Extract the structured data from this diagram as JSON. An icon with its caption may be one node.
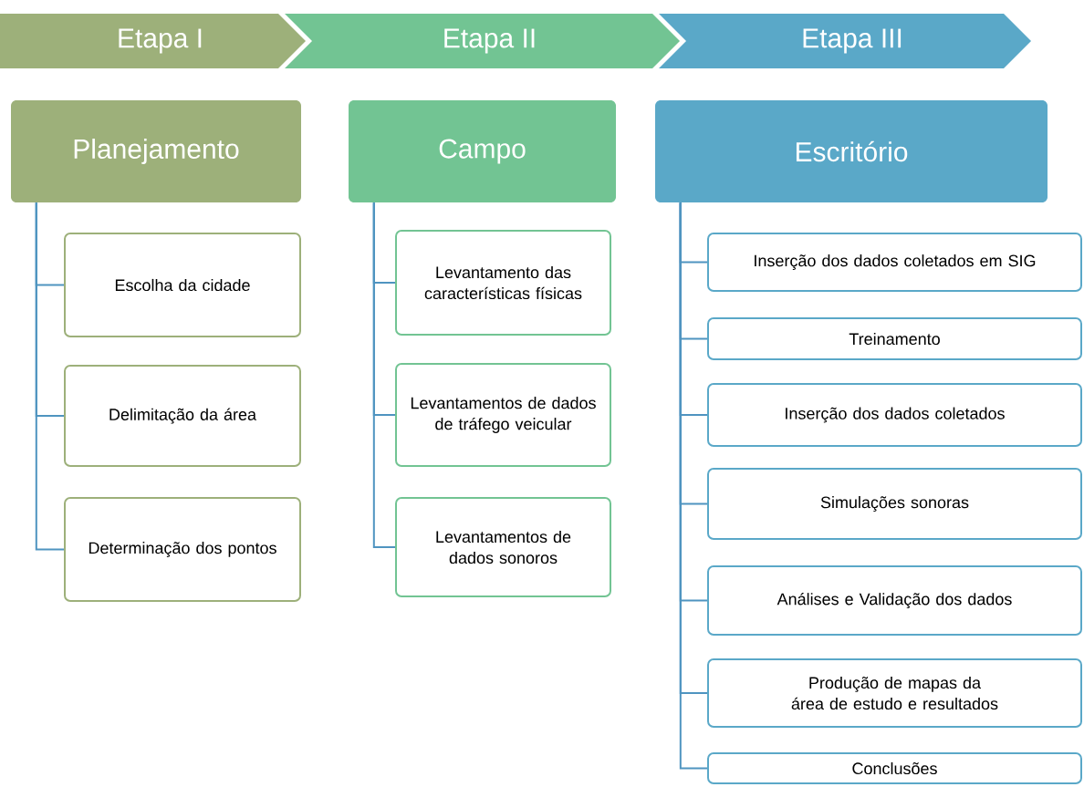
{
  "diagram": {
    "nodes": [
      {
        "text": [
          "Etapa I"
        ]
      },
      {
        "text": [
          "Etapa II"
        ]
      },
      {
        "text": [
          "Etapa III"
        ]
      },
      {
        "text": [
          "Planejamento"
        ]
      },
      {
        "text": [
          "Campo"
        ]
      },
      {
        "text": [
          "Escritório"
        ]
      },
      {
        "text": [
          "Escolha da cidade"
        ]
      },
      {
        "text": [
          "Delimitação da área"
        ]
      },
      {
        "text": [
          "Determinação dos pontos"
        ]
      },
      {
        "text": [
          "Levantamento das características físicas"
        ]
      },
      {
        "text": [
          "Levantamentos de dados de tráfego veicular"
        ]
      },
      {
        "text": [
          "Levantamentos de dados sonoros"
        ]
      },
      {
        "text": [
          "Inserção dos dados coletados em SIG"
        ]
      },
      {
        "text": [
          "Treinamento"
        ]
      },
      {
        "text": [
          "Inserção dos dados coletados"
        ]
      },
      {
        "text": [
          "Simulações sonoras"
        ]
      },
      {
        "text": [
          "Análises e Validação dos dados"
        ]
      },
      {
        "text": [
          "Produção de mapas da área de estudo e resultados"
        ]
      },
      {
        "text": [
          "Conclusões"
        ]
      }
    ],
    "edges": [
      {
        "from": 3,
        "to": 6,
        "arrow": "none"
      },
      {
        "from": 3,
        "to": 7,
        "arrow": "none"
      },
      {
        "from": 3,
        "to": 8,
        "arrow": "none"
      },
      {
        "from": 4,
        "to": 9,
        "arrow": "none"
      },
      {
        "from": 4,
        "to": 10,
        "arrow": "none"
      },
      {
        "from": 4,
        "to": 11,
        "arrow": "none"
      },
      {
        "from": 5,
        "to": 12,
        "arrow": "none"
      },
      {
        "from": 5,
        "to": 13,
        "arrow": "none"
      },
      {
        "from": 5,
        "to": 14,
        "arrow": "none"
      },
      {
        "from": 5,
        "to": 15,
        "arrow": "none"
      },
      {
        "from": 5,
        "to": 16,
        "arrow": "none"
      },
      {
        "from": 5,
        "to": 17,
        "arrow": "none"
      },
      {
        "from": 5,
        "to": 18,
        "arrow": "none"
      }
    ]
  }
}
